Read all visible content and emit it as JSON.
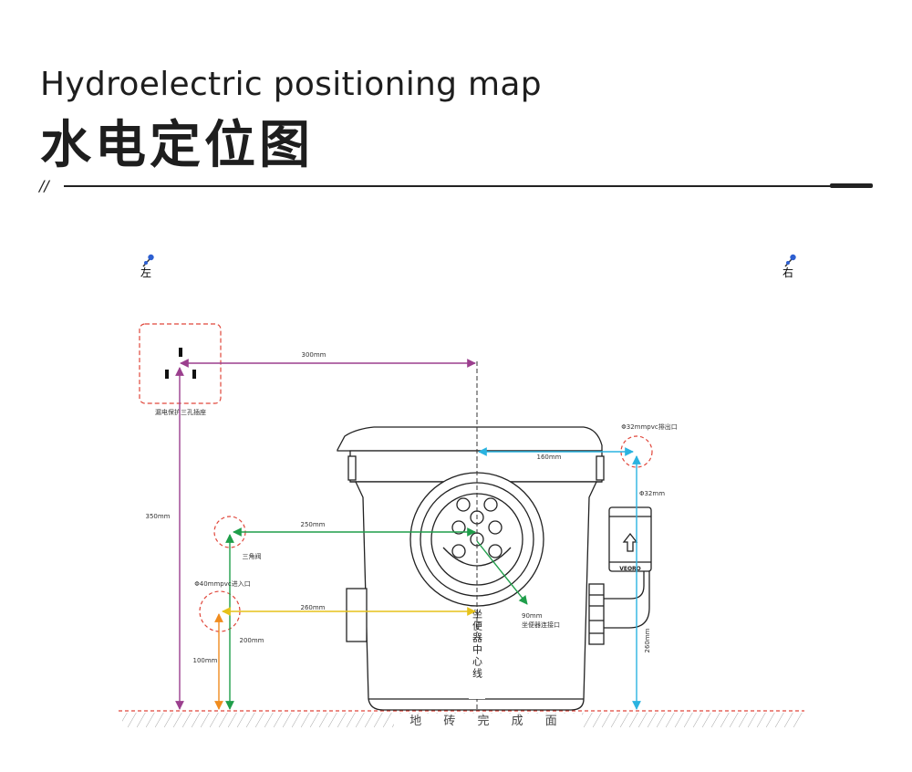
{
  "header": {
    "title_en": "Hydroelectric positioning map",
    "title_cn": "水电定位图",
    "divider_mark": "//"
  },
  "markers": {
    "left": {
      "label": "左",
      "icon": "pushpin-icon"
    },
    "right": {
      "label": "右",
      "icon": "pushpin-icon"
    }
  },
  "dimensions": {
    "socket_to_center": "300mm",
    "socket_height": "350mm",
    "socket_label": "漏电保护三孔插座",
    "valve_to_center": "250mm",
    "valve_label": "三角阀",
    "valve_height": "200mm",
    "inlet_label": "Φ40mmpvc进入口",
    "inlet_to_center": "260mm",
    "inlet_height": "100mm",
    "outlet_label": "Φ32mmpvc排出口",
    "outlet_to_center": "160mm",
    "outlet_pipe": "Φ32mm",
    "outlet_height": "260mm",
    "toilet_connection": "90mm\n坐便器连接口",
    "toilet_connection_line1": "90mm",
    "toilet_connection_line2": "坐便器连接口",
    "centerline_label": "坐便器中心线",
    "floor_label": "地 砖 完 成 面"
  },
  "product": {
    "brand": "VEORO"
  },
  "colors": {
    "purple": "#9b3f8e",
    "green": "#1f9e4a",
    "orange": "#f08c1e",
    "yellow": "#e6c21a",
    "cyan": "#2ab3e0",
    "red_dashed": "#e0463a",
    "outline": "#222222"
  }
}
